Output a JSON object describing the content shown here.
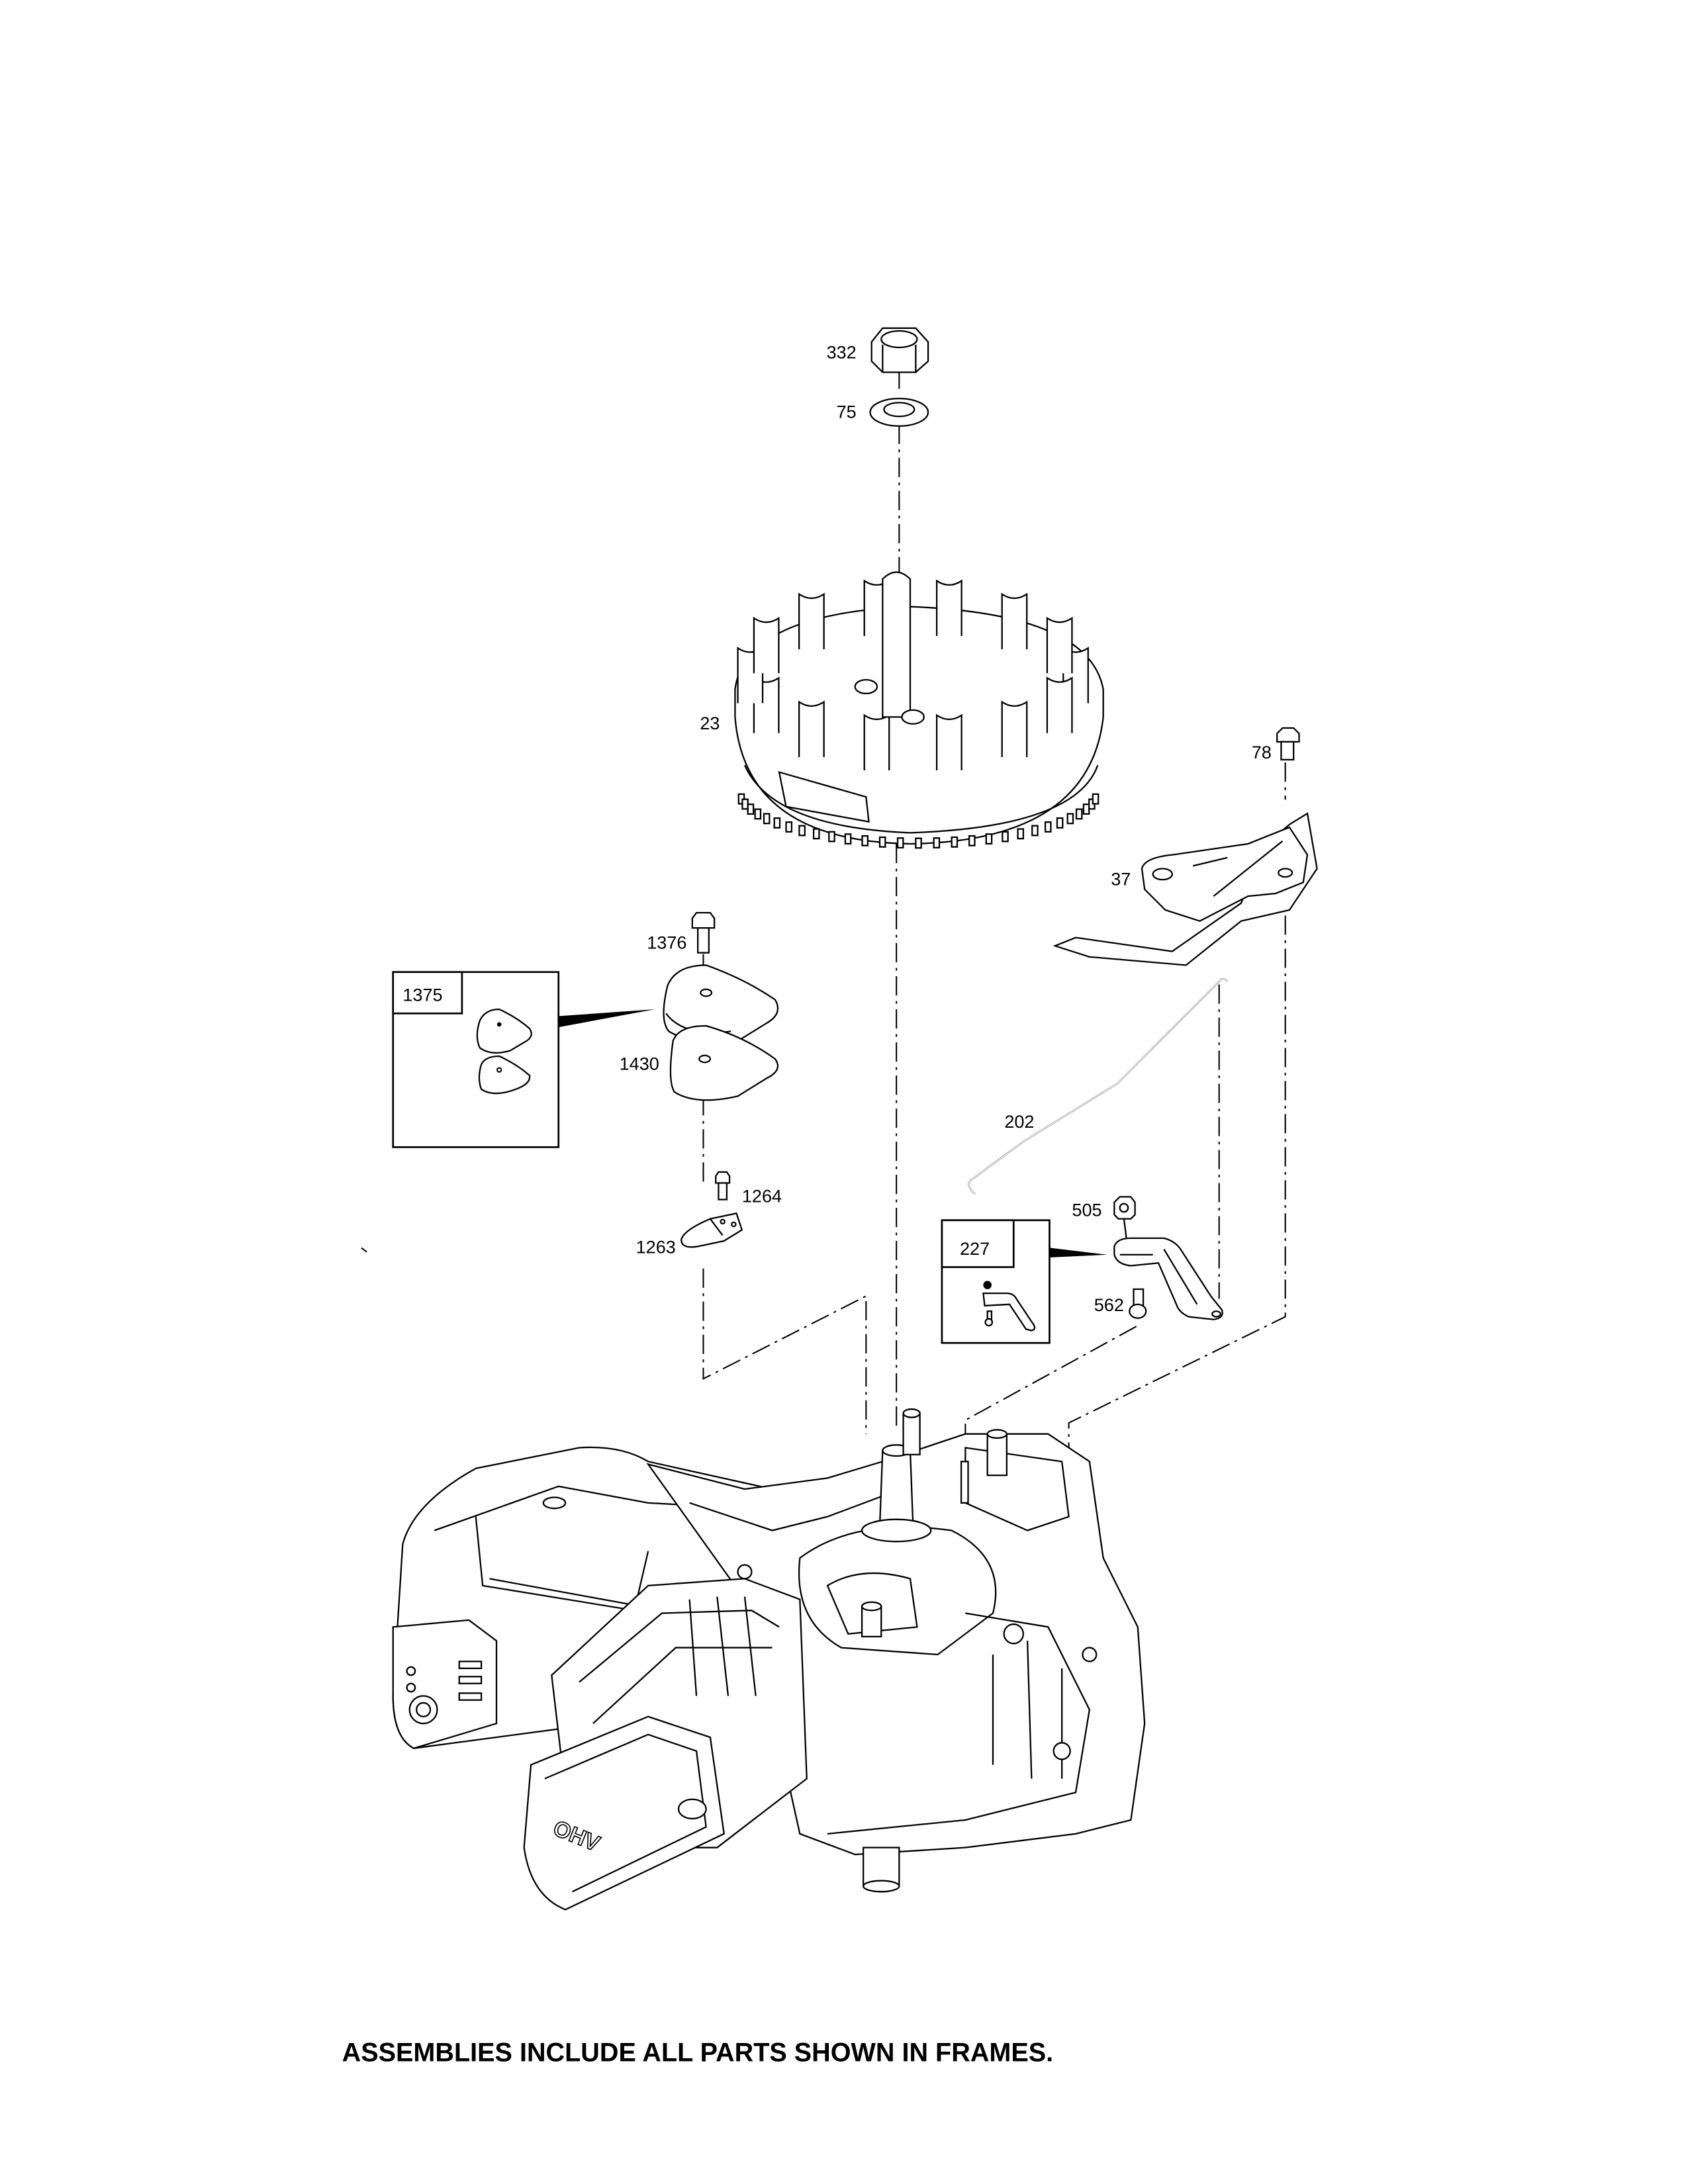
{
  "diagram": {
    "callouts": {
      "nut": "332",
      "washer": "75",
      "flywheel": "23",
      "bolt_bracket": "78",
      "bracket": "37",
      "bolt_cover": "1376",
      "cover_assembly": "1375",
      "gasket": "1430",
      "screw": "1264",
      "clip": "1263",
      "link_rod": "202",
      "nut_lever": "505",
      "lever_assembly": "227",
      "pin": "562"
    },
    "engine_marking": "OHV",
    "footer_note": "ASSEMBLIES INCLUDE ALL PARTS SHOWN IN FRAMES."
  }
}
